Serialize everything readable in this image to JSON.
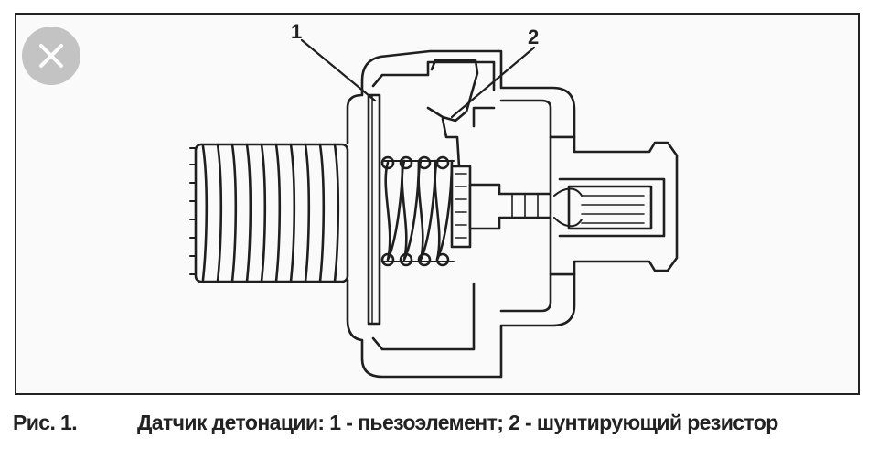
{
  "close_button": {
    "icon": "close-icon"
  },
  "diagram": {
    "callouts": [
      {
        "number": "1",
        "part": "piezo-element"
      },
      {
        "number": "2",
        "part": "shunt-resistor"
      }
    ]
  },
  "caption": {
    "label": "Рис. 1.",
    "text": "Датчик детонации: 1 - пьезоэлемент; 2 - шунтирующий резистор"
  }
}
